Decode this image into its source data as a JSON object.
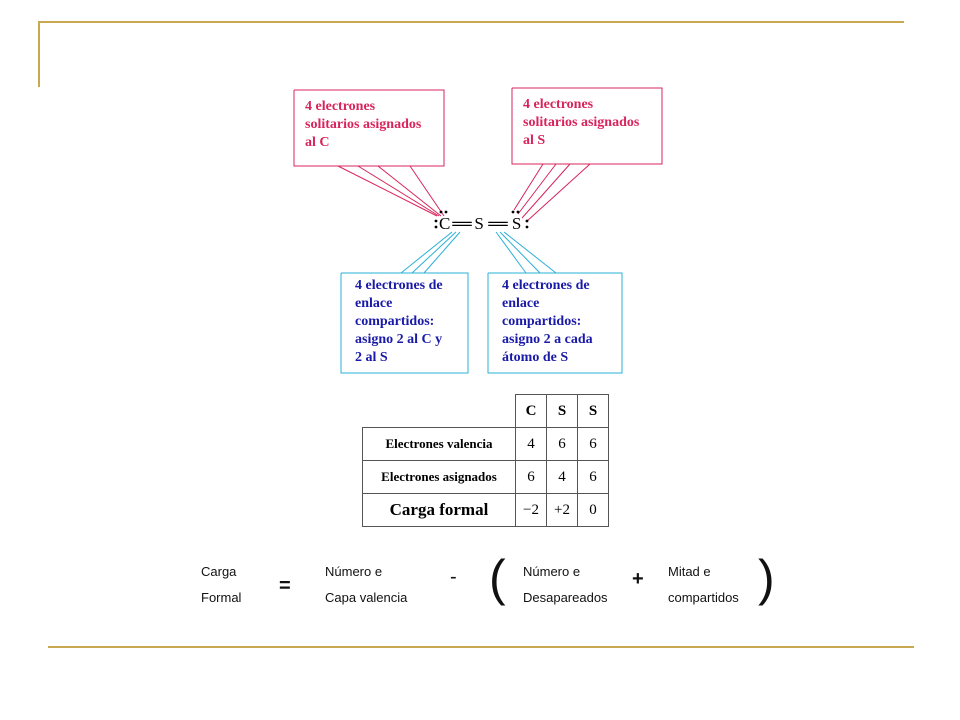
{
  "callouts": {
    "top_left": "4 electrones\nsolitarios asignados\n al C",
    "top_right": "4 electrones\nsolitarios asignados\nal S",
    "bottom_left": "4 electrones de\nenlace\ncompartidos:\nasigno 2 al C y\n2 al S",
    "bottom_right": "4 electrones de\nenlace\ncompartidos:\nasigno 2 a cada\nátomo de S"
  },
  "molecule": {
    "atom1": "C",
    "atom2": "S",
    "atom3": "S",
    "bond": "═"
  },
  "table": {
    "headers": [
      "C",
      "S",
      "S"
    ],
    "rows": [
      {
        "label": "Electrones valencia",
        "values": [
          "4",
          "6",
          "6"
        ]
      },
      {
        "label": "Electrones asignados",
        "values": [
          "6",
          "4",
          "6"
        ]
      },
      {
        "label": "Carga formal",
        "values": [
          "−2",
          "+2",
          "0"
        ]
      }
    ]
  },
  "formula": {
    "lhs_line1": "Carga",
    "lhs_line2": "Formal",
    "equals": "=",
    "term1_line1": "Número e",
    "term1_line2": "Capa valencia",
    "minus": "-",
    "open_paren": "(",
    "term2_line1": "Número e",
    "term2_line2": "Desapareados",
    "plus": "+",
    "term3_line1": "Mitad e",
    "term3_line2": "compartidos",
    "close_paren": ")"
  },
  "colors": {
    "accent_rule": "#c8a850",
    "pink": "#d8245c",
    "blue": "#1a1aa8",
    "cyan": "#2ab0d8"
  }
}
